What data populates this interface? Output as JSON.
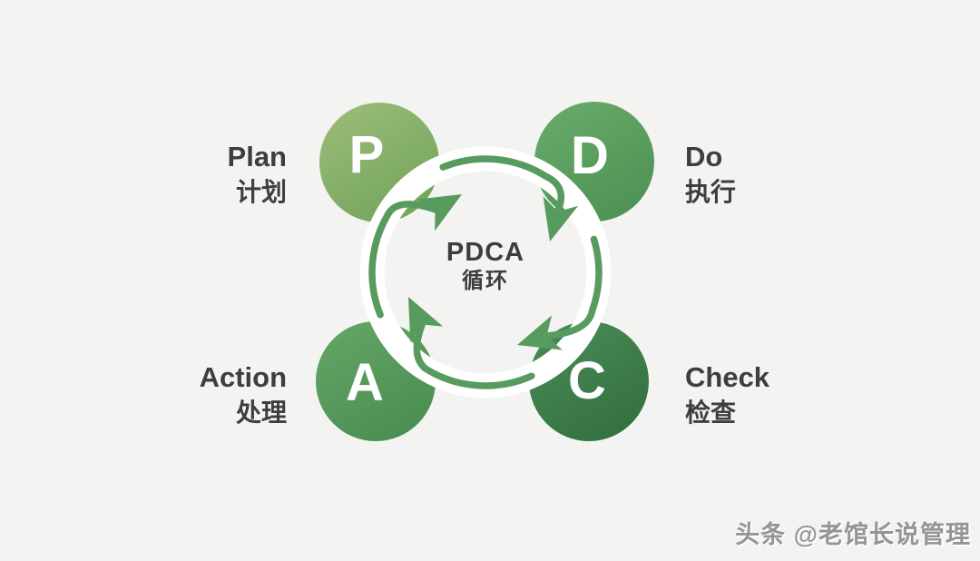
{
  "diagram": {
    "type": "cycle-diagram",
    "title": {
      "line1": "PDCA",
      "line2": "循环"
    },
    "cycle_direction": "clockwise",
    "nodes": [
      {
        "letter": "P",
        "label_en": "Plan",
        "label_zh": "计划",
        "position": "top-left",
        "color_top": "#97ba74",
        "color_bottom": "#73a45b"
      },
      {
        "letter": "D",
        "label_en": "Do",
        "label_zh": "执行",
        "position": "top-right",
        "color_top": "#66a867",
        "color_bottom": "#4d9254"
      },
      {
        "letter": "A",
        "label_en": "Action",
        "label_zh": "处理",
        "position": "bottom-left",
        "color_top": "#61a362",
        "color_bottom": "#4b8d52"
      },
      {
        "letter": "C",
        "label_en": "Check",
        "label_zh": "检查",
        "position": "bottom-right",
        "color_top": "#478853",
        "color_bottom": "#337140"
      }
    ],
    "colors": {
      "background": "#f3f4f2",
      "arrow": "#579b5e",
      "ring_casing": "#ffffff",
      "label_text": "#3d3e3f",
      "center_text": "#3d3e40",
      "node_letter": "#ffffff"
    }
  },
  "watermark": {
    "text": "头条 @老馆长说管理"
  }
}
